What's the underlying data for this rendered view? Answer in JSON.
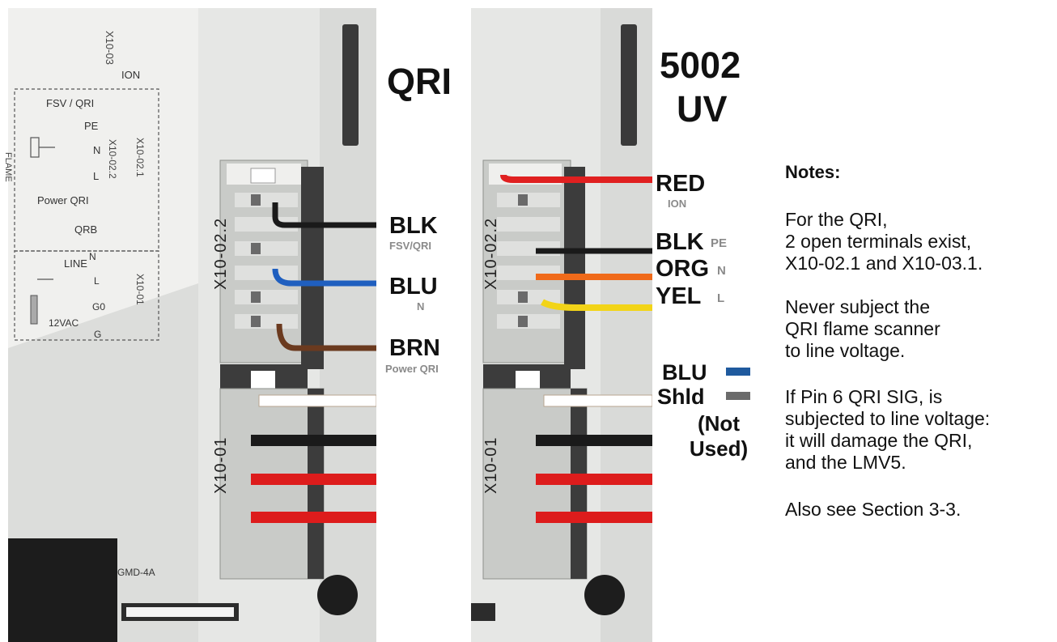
{
  "left_panel": {
    "title": "QRI",
    "label_x1003": "X10-03",
    "label_x1002_2": "X10-02.2",
    "label_x1002_1": "X10-02.1",
    "label_x1001": "X10-01",
    "label_flame": "FLAME",
    "label_line": "LINE",
    "label_12vac": "12VAC",
    "terminals": [
      "ION",
      "FSV / QRI",
      "PE",
      "N",
      "L",
      "Power QRI",
      "QRB"
    ],
    "terminals_x1001": [
      "N",
      "L",
      "G0",
      "G"
    ],
    "connector_top_text": "X10-02.2",
    "connector_bottom_text": "X10-01",
    "model_text": "GMD-4A",
    "wires": [
      {
        "code": "BLK",
        "name": "FSV/QRI",
        "color": "#1a1a1a"
      },
      {
        "code": "BLU",
        "name": "N",
        "color": "#1f5fbf"
      },
      {
        "code": "BRN",
        "name": "Power QRI",
        "color": "#6b3a1f"
      }
    ]
  },
  "right_panel": {
    "title_line1": "5002",
    "title_line2": "UV",
    "connector_top_text": "X10-02.2",
    "connector_bottom_text": "X10-01",
    "wires": [
      {
        "code": "RED",
        "name": "ION",
        "color": "#e02020"
      },
      {
        "code": "BLK",
        "name": "PE",
        "color": "#1a1a1a"
      },
      {
        "code": "ORG",
        "name": "N",
        "color": "#f06a1a"
      },
      {
        "code": "YEL",
        "name": "L",
        "color": "#f2d418"
      }
    ],
    "unused": [
      {
        "code": "BLU",
        "color": "#1f5a9e"
      },
      {
        "code": "Shld",
        "color": "#6b6b6b"
      }
    ],
    "unused_note": "(Not Used)"
  },
  "notes": {
    "heading": "Notes:",
    "para1": [
      "For the QRI,",
      "2 open terminals exist,",
      "X10-02.1 and X10-03.1."
    ],
    "para2": [
      "Never subject the",
      "QRI flame scanner",
      "to line voltage."
    ],
    "para3": [
      "If Pin 6 QRI SIG, is",
      "subjected to line voltage:",
      "it will damage the QRI,",
      "and the LMV5."
    ],
    "para4": [
      "Also see Section 3-3."
    ]
  }
}
